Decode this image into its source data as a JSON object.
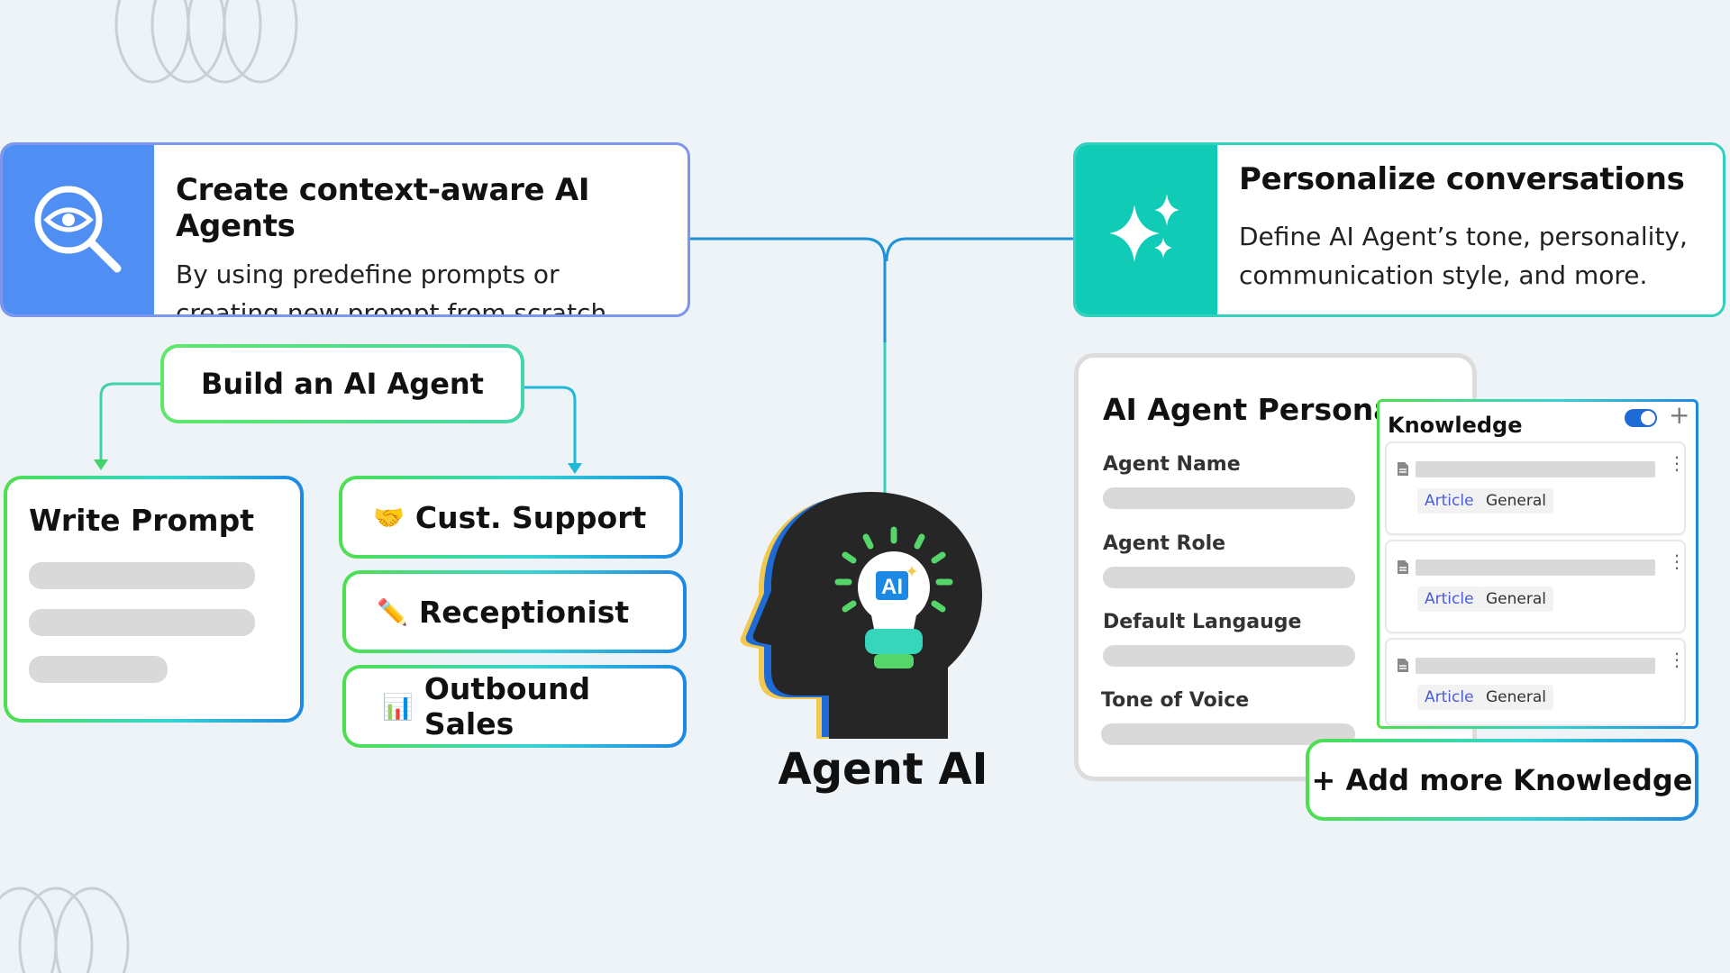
{
  "colors": {
    "background": "#eef3f8",
    "blue_block": "#4f8ef3",
    "teal_block": "#10cbb6",
    "connector": "#1f93d6"
  },
  "create_card": {
    "title": "Create context-aware AI Agents",
    "desc_line1": "By using predefine prompts or",
    "desc_line2": "creating new prompt from scratch.",
    "icon": "eye-search-icon"
  },
  "personalize_card": {
    "title": "Personalize conversations",
    "desc_line1": "Define AI Agent’s tone, personality,",
    "desc_line2": "communication style, and more.",
    "icon": "sparkles-icon"
  },
  "build": {
    "label": "Build an AI Agent"
  },
  "write_prompt": {
    "title": "Write Prompt"
  },
  "roles": [
    {
      "emoji": "🤝",
      "label": "Cust. Support"
    },
    {
      "emoji": "✏️",
      "label": "Receptionist"
    },
    {
      "emoji": "📊",
      "label": "Outbound Sales"
    }
  ],
  "center": {
    "label": "Agent AI",
    "bulb_text": "AI"
  },
  "persona": {
    "title": "AI Agent Persona",
    "fields": [
      "Agent Name",
      "Agent Role",
      "Default Langauge",
      "Tone of Voice"
    ]
  },
  "knowledge": {
    "title": "Knowledge",
    "tags": [
      "Article",
      "General"
    ],
    "add_button": "+ Add more Knowledge"
  }
}
